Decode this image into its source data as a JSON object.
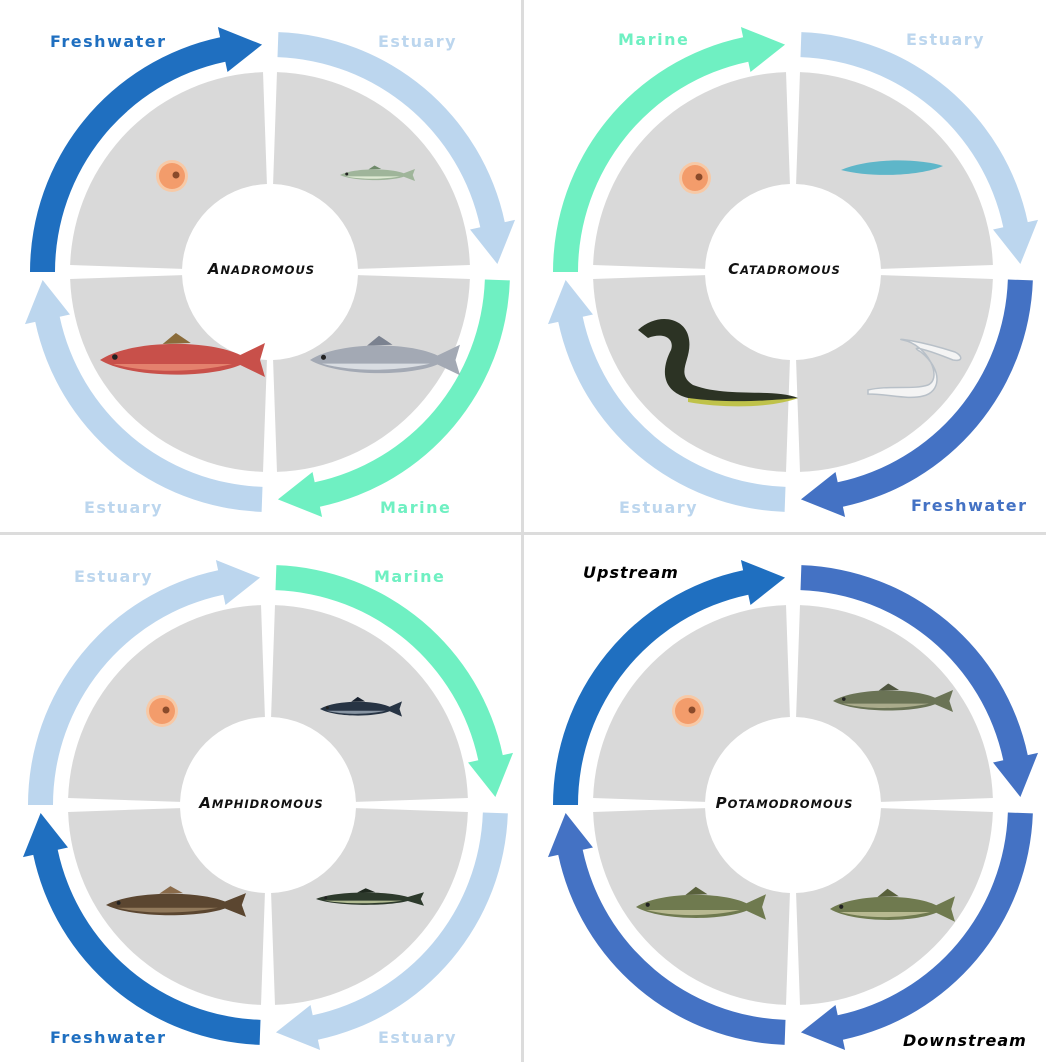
{
  "colors": {
    "freshwater": "#1f6fc0",
    "estuary": "#bcd6ee",
    "marine": "#6ff0c2",
    "potamo": "#4472c4",
    "sector": "#d9d9d9",
    "egg": "#f39c6b"
  },
  "panels": [
    {
      "id": "anadromous",
      "center_label_first": "A",
      "center_label_rest": "NADROMOUS",
      "arrows": [
        {
          "label": "Freshwater",
          "color": "#1f6fc0"
        },
        {
          "label": "Estuary",
          "color": "#bcd6ee"
        },
        {
          "label": "Marine",
          "color": "#6ff0c2"
        },
        {
          "label": "Estuary",
          "color": "#bcd6ee"
        }
      ],
      "stages": [
        "egg",
        "smolt-fish",
        "silver-salmon-fish",
        "red-sockeye-salmon-fish"
      ]
    },
    {
      "id": "catadromous",
      "center_label_first": "C",
      "center_label_rest": "ATADROMOUS",
      "arrows": [
        {
          "label": "Marine",
          "color": "#6ff0c2"
        },
        {
          "label": "Estuary",
          "color": "#bcd6ee"
        },
        {
          "label": "Freshwater",
          "color": "#4472c4"
        },
        {
          "label": "Estuary",
          "color": "#bcd6ee"
        }
      ],
      "stages": [
        "egg",
        "leptocephalus-larva",
        "glass-eel",
        "adult-eel"
      ]
    },
    {
      "id": "amphidromous",
      "center_label_first": "A",
      "center_label_rest": "MPHIDROMOUS",
      "arrows": [
        {
          "label": "Estuary",
          "color": "#bcd6ee"
        },
        {
          "label": "Marine",
          "color": "#6ff0c2"
        },
        {
          "label": "Estuary",
          "color": "#bcd6ee"
        },
        {
          "label": "Freshwater",
          "color": "#1f6fc0"
        }
      ],
      "stages": [
        "egg",
        "goby-larva",
        "goby-juvenile",
        "adult-goby"
      ]
    },
    {
      "id": "potamodromous",
      "center_label_first": "P",
      "center_label_rest": "OTAMODROMOUS",
      "arrows": [
        {
          "label": "Upstream",
          "color": "#1f6fc0"
        },
        {
          "label": "",
          "color": "#4472c4"
        },
        {
          "label": "Downstream",
          "color": "#4472c4"
        },
        {
          "label": "",
          "color": "#4472c4"
        }
      ],
      "stages": [
        "egg",
        "juvenile-barbel",
        "adult-barbel",
        "adult-barbel"
      ]
    }
  ]
}
